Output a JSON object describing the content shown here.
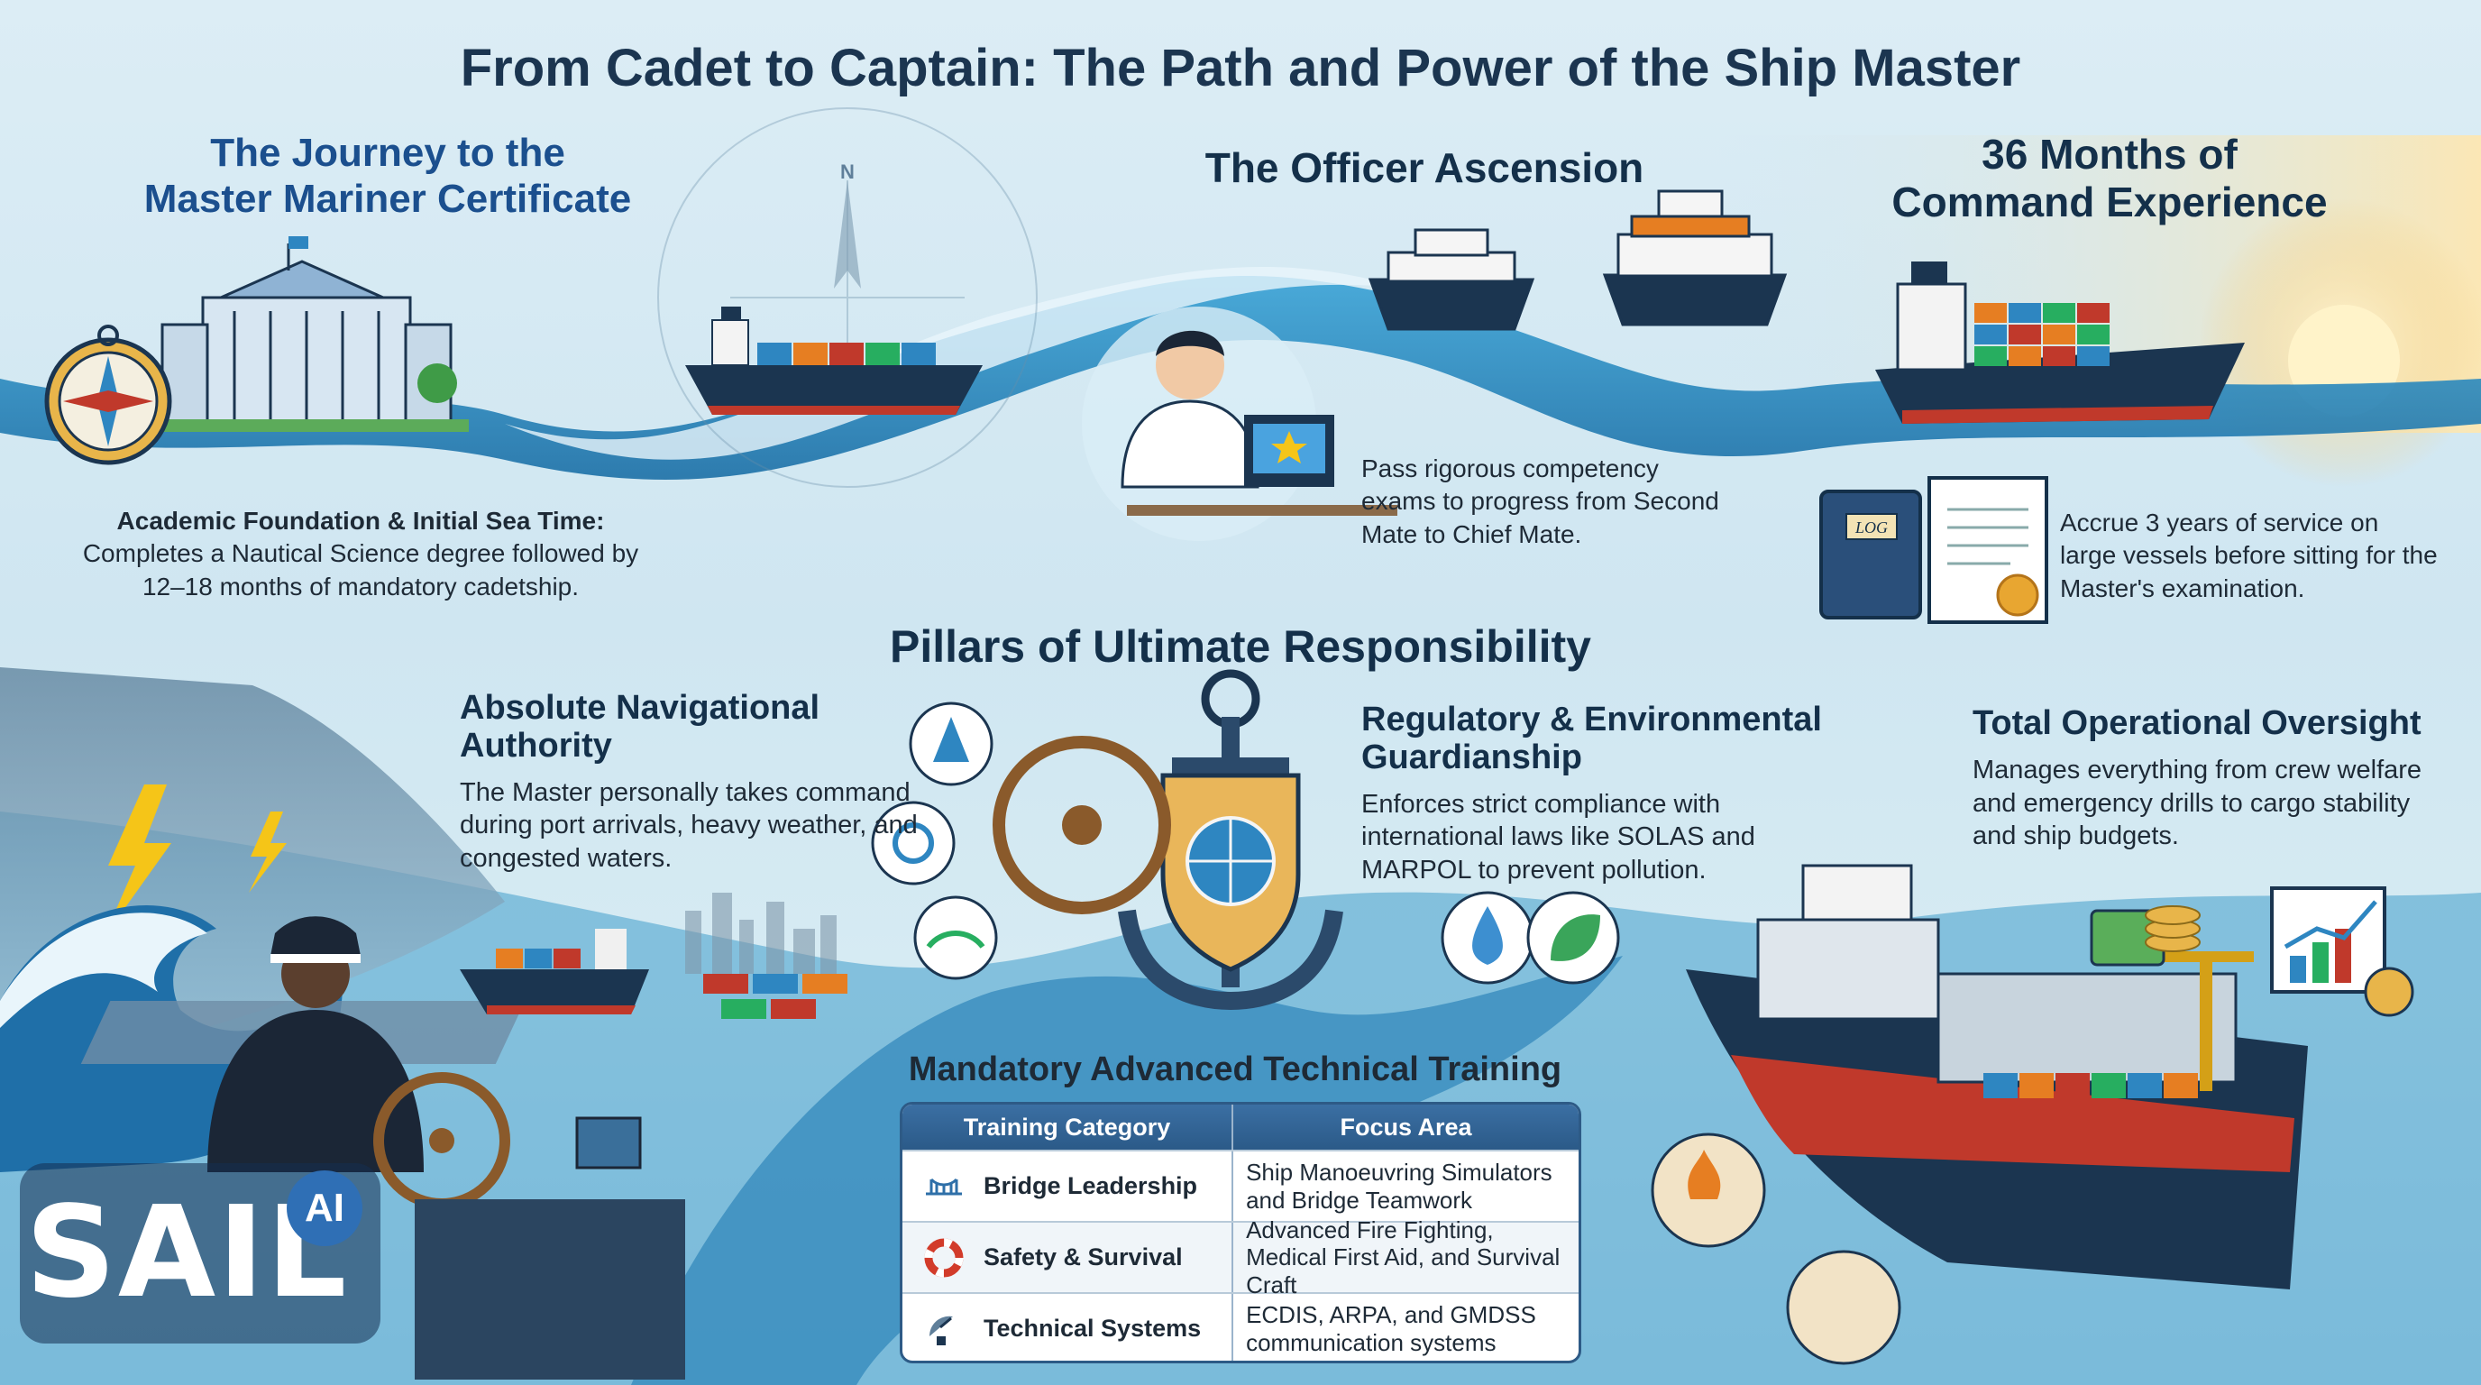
{
  "title": "From Cadet to Captain: The Path and Power of the Ship Master",
  "journey": {
    "title_line1": "The Journey to the",
    "title_line2": "Master Mariner Certificate",
    "academic_heading": "Academic Foundation & Initial Sea Time:",
    "academic_body": "Completes a Nautical Science degree followed by 12–18 months of mandatory cadetship."
  },
  "officer": {
    "title": "The Officer Ascension",
    "body": "Pass rigorous competency exams to progress from Second Mate to Chief Mate."
  },
  "command": {
    "title_line1": "36 Months of",
    "title_line2": "Command Experience",
    "body": "Accrue 3 years of service on large vessels before sitting for the Master's examination.",
    "log_label": "LOG"
  },
  "pillars": {
    "title": "Pillars of Ultimate Responsibility",
    "navigation": {
      "heading": "Absolute Navigational Authority",
      "body": "The Master personally takes command during port arrivals, heavy weather, and congested waters."
    },
    "regulatory": {
      "heading": "Regulatory & Environmental Guardianship",
      "body": "Enforces strict compliance with international laws like SOLAS and MARPOL to prevent pollution."
    },
    "operations": {
      "heading": "Total Operational Oversight",
      "body": "Manages everything from crew welfare and emergency drills to cargo stability and ship budgets."
    }
  },
  "training": {
    "title": "Mandatory Advanced Technical Training",
    "headers": [
      "Training Category",
      "Focus Area"
    ],
    "rows": [
      {
        "category": "Bridge Leadership",
        "focus": "Ship Manoeuvring Simulators and Bridge Teamwork",
        "icon": "bridge-icon"
      },
      {
        "category": "Safety & Survival",
        "focus": "Advanced Fire Fighting, Medical First Aid, and Survival Craft",
        "icon": "lifebuoy-icon"
      },
      {
        "category": "Technical Systems",
        "focus": "ECDIS, ARPA, and GMDSS communication systems",
        "icon": "satellite-dish-icon"
      }
    ]
  },
  "logo": {
    "text": "SAIL",
    "badge": "AI"
  },
  "compass_letter": "N",
  "colors": {
    "navy": "#14304a",
    "accent_blue": "#1b4f8e",
    "sea": "#2c8fc4",
    "hull_red": "#c0392b",
    "gold": "#f2b233"
  }
}
